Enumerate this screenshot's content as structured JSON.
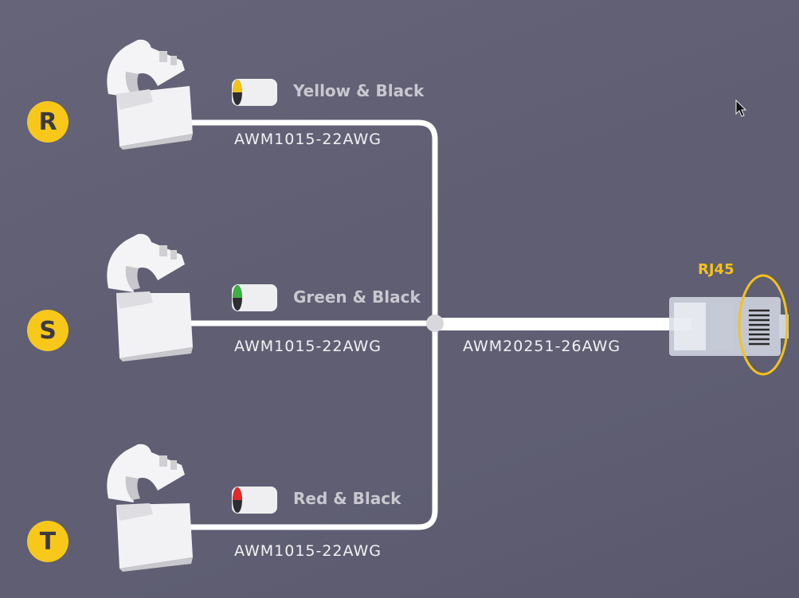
{
  "diagram": {
    "phases": [
      {
        "badge": "R",
        "wire_colors": "Yellow & Black",
        "cable": "AWM1015-22AWG",
        "stripe_color": "#f2c21b"
      },
      {
        "badge": "S",
        "wire_colors": "Green & Black",
        "cable": "AWM1015-22AWG",
        "stripe_color": "#3cb043"
      },
      {
        "badge": "T",
        "wire_colors": "Red & Black",
        "cable": "AWM1015-22AWG",
        "stripe_color": "#e02a2a"
      }
    ],
    "output_cable": "AWM20251-26AWG",
    "connector": "RJ45",
    "colors": {
      "background": "#616073",
      "accent": "#f7c81a",
      "wire": "#ffffff",
      "junction": "#d8d8dc"
    }
  }
}
